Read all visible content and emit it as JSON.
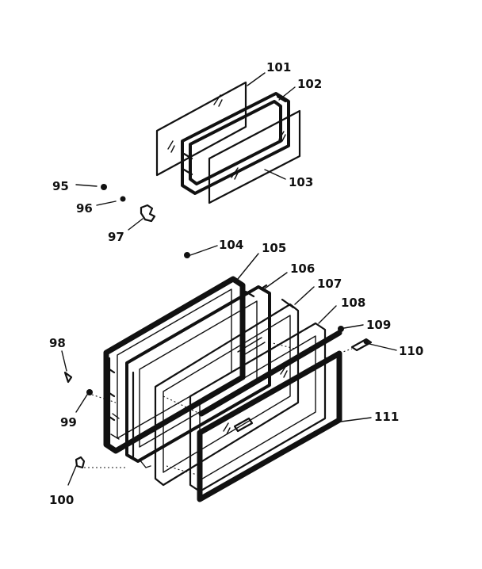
{
  "diagram": {
    "callouts": {
      "c95": "95",
      "c96": "96",
      "c97": "97",
      "c98": "98",
      "c99": "99",
      "c100": "100",
      "c101": "101",
      "c102": "102",
      "c103": "103",
      "c104": "104",
      "c105": "105",
      "c106": "106",
      "c107": "107",
      "c108": "108",
      "c109": "109",
      "c110": "110",
      "c111": "111"
    }
  }
}
